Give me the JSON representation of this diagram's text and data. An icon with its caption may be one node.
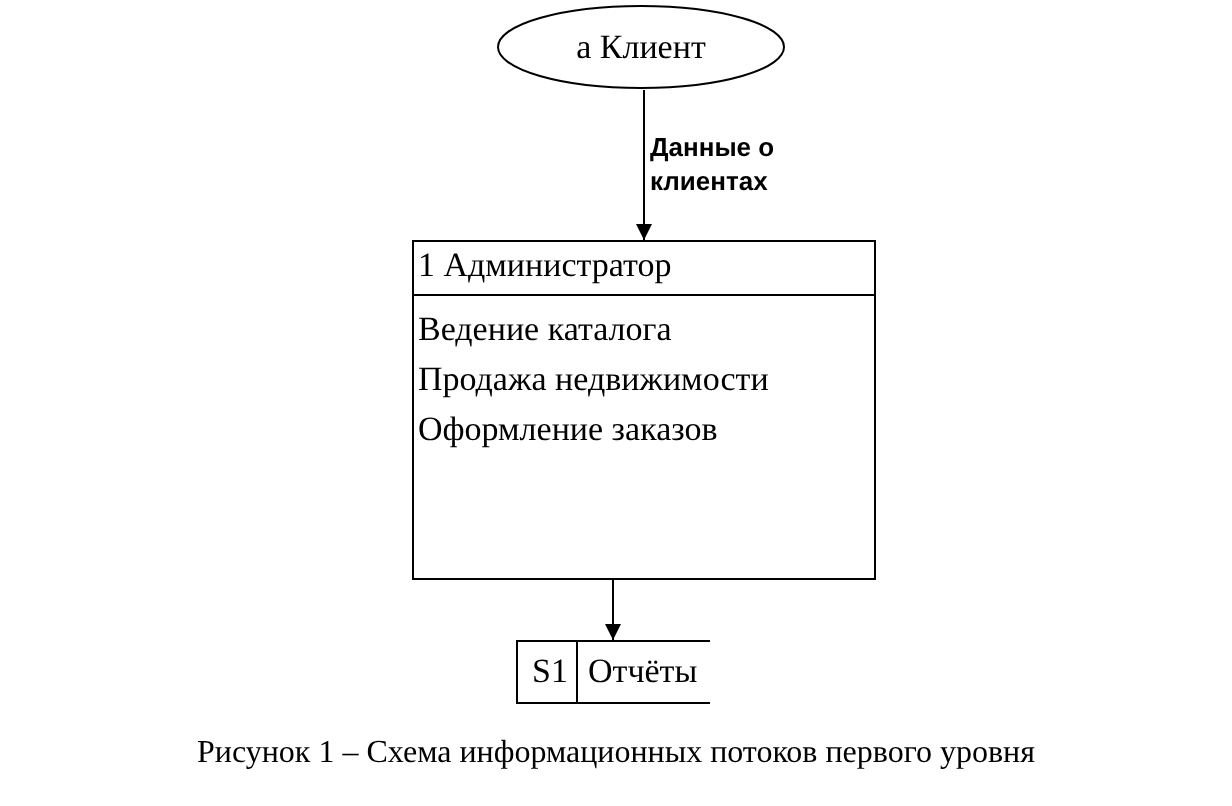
{
  "diagram": {
    "caption": "Рисунок 1 – Схема информационных потоков первого уровня",
    "nodes": [
      {
        "text": [
          "а Клиент"
        ]
      },
      {
        "text": [
          "1 Администратор",
          "Ведение каталога",
          "Продажа недвижимости",
          "Оформление заказов"
        ]
      },
      {
        "text": [
          "S1",
          "Отчёты"
        ]
      }
    ],
    "edges": [
      {
        "from": 0,
        "to": 1,
        "arrow": "to",
        "label": "Данные о клиентах"
      },
      {
        "from": 1,
        "to": 2,
        "arrow": "to"
      }
    ]
  }
}
